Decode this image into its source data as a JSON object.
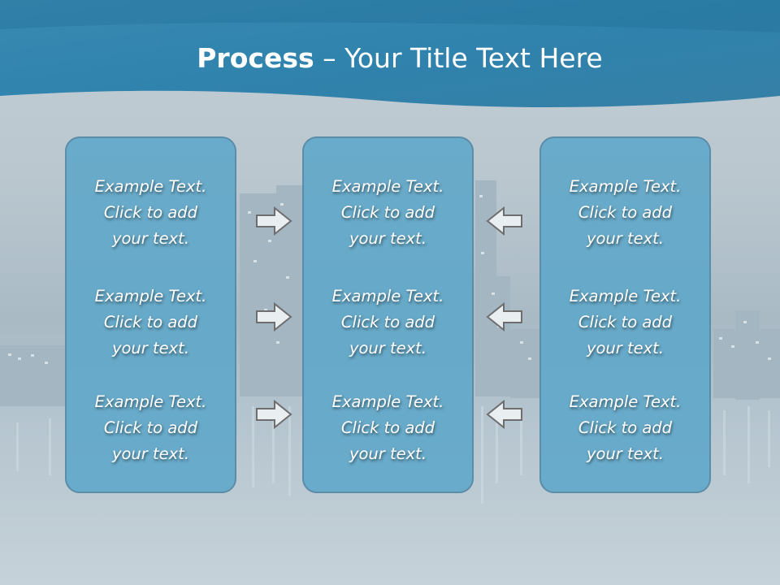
{
  "title": {
    "bold": "Process",
    "rest": " – Your Title Text Here"
  },
  "columns": [
    {
      "blocks": [
        {
          "line1": "Example Text.",
          "line2": "Click  to add",
          "line3": "your text."
        },
        {
          "line1": "Example Text.",
          "line2": "Click  to add",
          "line3": "your text."
        },
        {
          "line1": "Example Text.",
          "line2": "Click  to add",
          "line3": "your text."
        }
      ]
    },
    {
      "blocks": [
        {
          "line1": "Example Text.",
          "line2": "Click  to add",
          "line3": "your text."
        },
        {
          "line1": "Example Text.",
          "line2": "Click  to add",
          "line3": "your text."
        },
        {
          "line1": "Example Text.",
          "line2": "Click  to add",
          "line3": "your text."
        }
      ]
    },
    {
      "blocks": [
        {
          "line1": "Example Text.",
          "line2": "Click  to add",
          "line3": "your text."
        },
        {
          "line1": "Example Text.",
          "line2": "Click  to add",
          "line3": "your text."
        },
        {
          "line1": "Example Text.",
          "line2": "Click  to add",
          "line3": "your text."
        }
      ]
    }
  ],
  "arrows": {
    "left_group": [
      "arrow-right-icon",
      "arrow-right-icon",
      "arrow-right-icon"
    ],
    "right_group": [
      "arrow-left-icon",
      "arrow-left-icon",
      "arrow-left-icon"
    ]
  },
  "colors": {
    "header": "#2f84ad",
    "panel_fill": "#5da6c8",
    "panel_border": "#5b8ca8",
    "arrow_fill": "#e9eef1",
    "arrow_stroke": "#6e6e6e",
    "text": "#ffffff"
  }
}
